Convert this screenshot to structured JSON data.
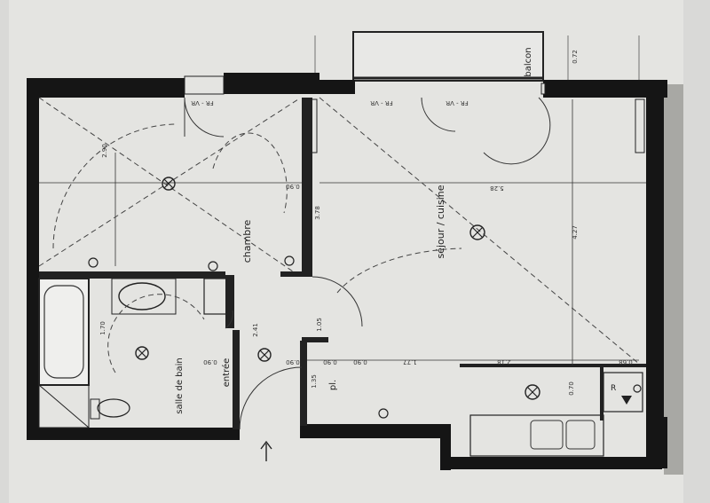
{
  "rooms": {
    "chambre": "chambre",
    "sejour": "séjour / cuisine",
    "balcon": "balcon",
    "salle_de_bain": "salle de bain",
    "entree": "entrée",
    "placard": "pl."
  },
  "codes": {
    "fr_vr_left": "FR - VR",
    "fr_vr_1": "FR - VR",
    "fr_vr_2": "FR - VR",
    "appliance": "R"
  },
  "dimensions": {
    "chambre_height": "2.90",
    "chambre_width": "3.78",
    "sejour_width": "5.28",
    "sejour_height": "4.27",
    "balcon_depth": "0.72",
    "bath_1": "1.70",
    "bath_2": "2.41",
    "bath_3": "1.05",
    "row_090a": "0.90",
    "row_090b": "0.90",
    "row_090c": "0.90",
    "pl_depth": "1.35",
    "mid_177": "1.77",
    "kitchen_218": "2.18",
    "corner_068": "0.68",
    "kitchen_070": "0.70",
    "small_090": "0.90",
    "wc_090": "0.90"
  },
  "colors": {
    "paper": "#e4e4e1",
    "wall": "#151515",
    "line": "#2a2a2a"
  }
}
